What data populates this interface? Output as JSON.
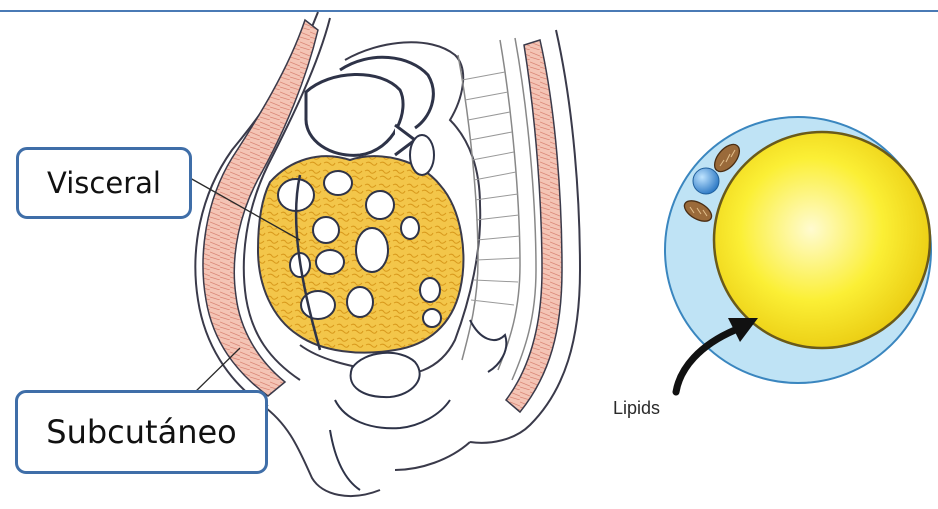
{
  "labels": {
    "visceral": "Visceral",
    "subcutaneo": "Subcutáneo",
    "lipids": "Lipids"
  },
  "colors": {
    "frame_rule": "#4a7ab5",
    "callout_border": "#3f6ea8",
    "visceral_fat": "#f0c040",
    "subcutaneous_fat": "#f2b9a8",
    "adipocyte_lipid": "#f8ec1e",
    "adipocyte_cytoplasm": "#bfe3f5",
    "organ_outline": "#2e3348"
  },
  "icons": {
    "anatomy": "abdominal-cross-section-illustration",
    "cell": "adipocyte-cell-illustration",
    "arrow": "curved-arrow-icon"
  }
}
